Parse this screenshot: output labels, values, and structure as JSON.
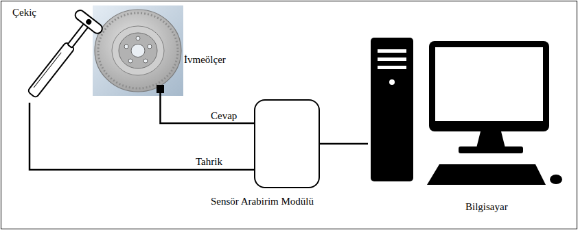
{
  "diagram": {
    "nodes": [
      {
        "text": [
          "Çekiç"
        ]
      },
      {
        "text": [
          "İvmeölçer"
        ]
      },
      {
        "text": [
          "Sensör Arabirim Modülü"
        ]
      },
      {
        "text": [
          "Bilgisayar"
        ]
      }
    ],
    "edges": [
      {
        "from": 1,
        "to": 2,
        "label": "Cevap",
        "arrow": "none"
      },
      {
        "from": 0,
        "to": 2,
        "label": "Tahrik",
        "arrow": "none"
      },
      {
        "from": 2,
        "to": 3,
        "arrow": "none"
      }
    ]
  }
}
